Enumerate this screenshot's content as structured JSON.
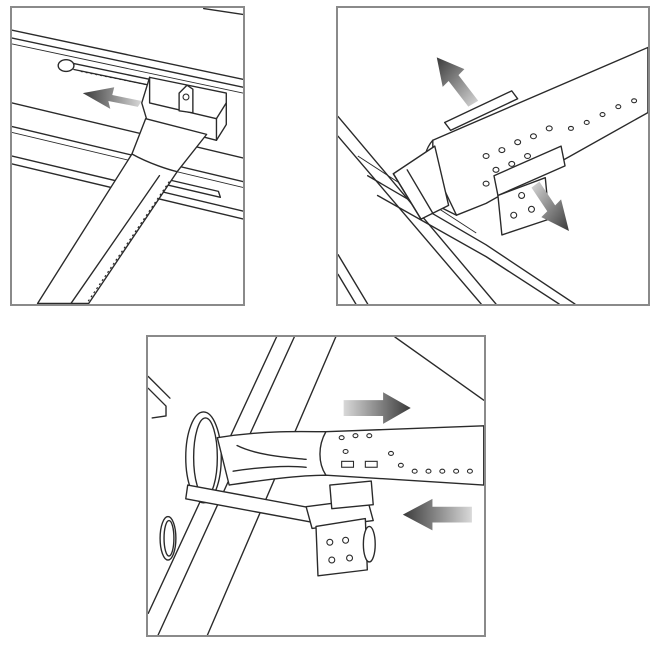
{
  "panels": [
    {
      "id": "panel-1",
      "subject": "burner-slot-removal",
      "arrows": [
        {
          "direction": "left"
        }
      ]
    },
    {
      "id": "panel-2",
      "subject": "burner-bracket-lift",
      "arrows": [
        {
          "direction": "up-left"
        },
        {
          "direction": "down-right"
        }
      ]
    },
    {
      "id": "panel-3",
      "subject": "burner-venturi-install",
      "arrows": [
        {
          "direction": "right"
        },
        {
          "direction": "left"
        }
      ]
    }
  ],
  "colors": {
    "frame": "#8a8a8a",
    "line": "#2a2a2a",
    "arrow_light": "#d9d9d9",
    "arrow_dark": "#3a3a3a",
    "background": "#ffffff"
  }
}
